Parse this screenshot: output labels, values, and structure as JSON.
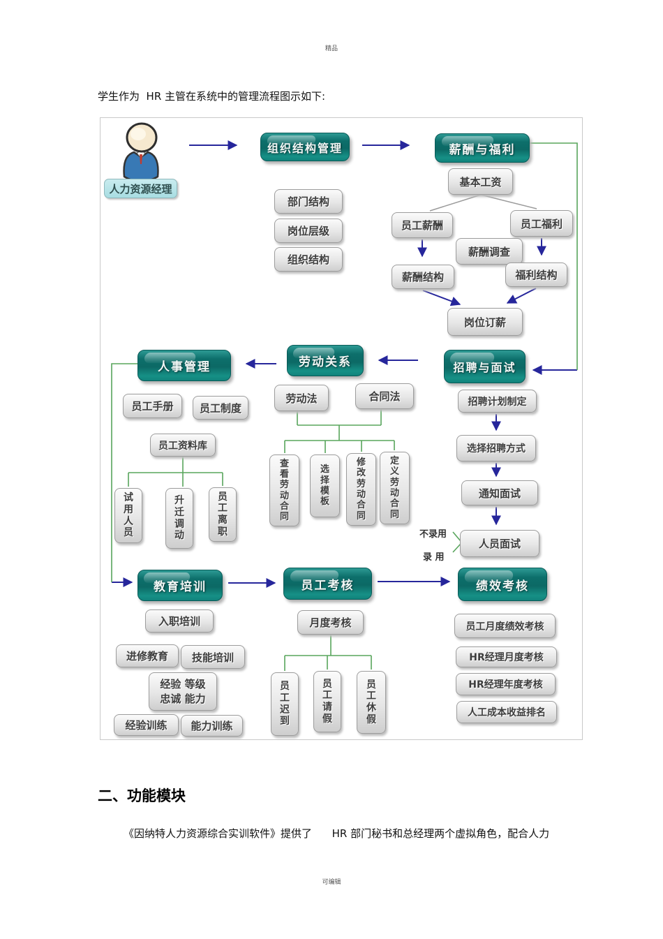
{
  "document": {
    "watermark_top": "精品",
    "watermark_bottom": "可编辑",
    "intro": "学生作为  HR 主管在系统中的管理流程图示如下:",
    "section_title": "二、功能模块",
    "paragraph": "《因纳特人力资源综合实训软件》提供了      HR 部门秘书和总经理两个虚拟角色，配合人力"
  },
  "colors": {
    "main_node_teal": "#0d6f6b",
    "sub_node_gray": "#e6e6e6",
    "arrow_navy": "#26269b",
    "connector_green": "#58a55c",
    "connector_gray": "#999999",
    "actor_box_cyan": "#a8dde2"
  },
  "flowchart": {
    "actor": "人力资源经理",
    "actor_icon": "person-icon",
    "l1": {
      "org": "组织结构管理",
      "salary": "薪酬与福利",
      "personnel": "人事管理",
      "labor": "劳动关系",
      "recruit": "招聘与面试",
      "training": "教育培训",
      "assess": "员工考核",
      "perf": "绩效考核"
    },
    "org": {
      "dept": "部门结构",
      "level": "岗位层级",
      "structure": "组织结构"
    },
    "salary": {
      "base": "基本工资",
      "emp_salary": "员工薪酬",
      "emp_welfare": "员工福利",
      "survey": "薪酬调查",
      "salary_structure": "薪酬结构",
      "welfare_structure": "福利结构",
      "post_salary": "岗位订薪"
    },
    "personnel": {
      "handbook": "员工手册",
      "rules": "员工制度",
      "database": "员工资料库",
      "probation": "试用人员",
      "promotion": "升迁调动",
      "departure": "员工离职"
    },
    "labor": {
      "labor_law": "劳动法",
      "contract_law": "合同法",
      "view_contract": "查看劳动合同",
      "select_template": "选择模板",
      "modify_contract": "修改劳动合同",
      "define_contract": "定义劳动合同"
    },
    "recruit": {
      "plan": "招聘计划制定",
      "method": "选择招聘方式",
      "notify": "通知面试",
      "interview": "人员面试",
      "not_hired": "不录用",
      "hired": "录 用"
    },
    "training": {
      "onboard": "入职培训",
      "further": "进修教育",
      "skill": "技能培训",
      "grade_line1": "经验 等级",
      "grade_line2": "忠诚 能力",
      "exp": "经验训练",
      "ability": "能力训练"
    },
    "assess": {
      "monthly": "月度考核",
      "late": "员工迟到",
      "leave": "员工请假",
      "vacation": "员工休假"
    },
    "perf": {
      "emp_monthly": "员工月度绩效考核",
      "hr_monthly": "HR经理月度考核",
      "hr_yearly": "HR经理年度考核",
      "cost_rank": "人工成本收益排名"
    }
  }
}
